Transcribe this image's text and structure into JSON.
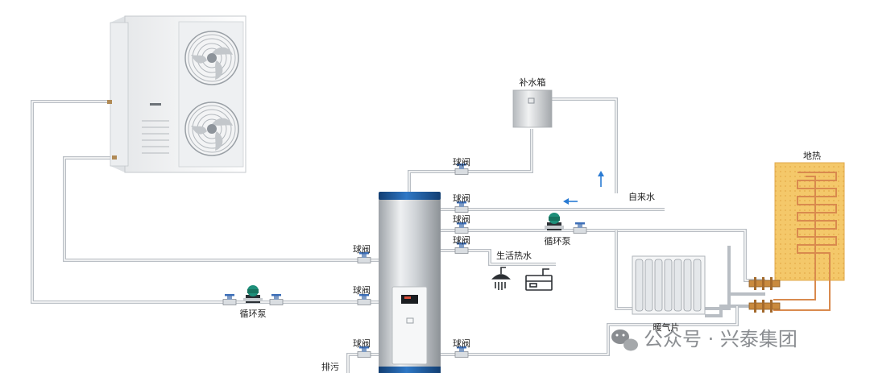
{
  "labels": {
    "makeup_tank": "补水箱",
    "tap_water": "自来水",
    "floor_heating": "地热",
    "domestic_hot_water": "生活热水",
    "radiator": "暖气片",
    "drain": "排污",
    "pump_right": "循环泵",
    "pump_left": "循环泵",
    "valve_tank": "球阀",
    "valve_r1": "球阀",
    "valve_r2": "球阀",
    "valve_r3": "球阀",
    "valve_r4": "球阀",
    "valve_l1": "球阀",
    "valve_l2": "球阀",
    "valve_l3": "球阀"
  },
  "watermark": {
    "text": "公众号 · 兴泰集团",
    "icon": "wechat-icon"
  },
  "icons": {
    "outdoor_unit": "heat-pump-outdoor-unit-icon",
    "shower": "shower-icon",
    "sink": "sink-icon",
    "pump": "circulation-pump-icon",
    "valve": "ball-valve-icon",
    "flow_arrow": "flow-arrow-icon"
  },
  "colors": {
    "pipe": "#b9bec4",
    "pump": "#1e8f7a",
    "flow_arrow": "#2a7bd3",
    "tank_cap": "#1f5fa8",
    "floor_heating_panel": "#f4c86a",
    "copper_pipe": "#d98a4e"
  }
}
